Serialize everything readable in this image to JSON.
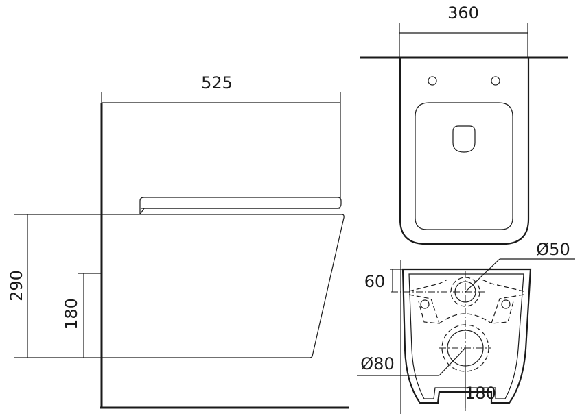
{
  "drawing": {
    "side_view": {
      "width_label": "525",
      "height_label": "290",
      "outlet_height_label": "180"
    },
    "top_view": {
      "width_label": "360"
    },
    "rear_view": {
      "inlet_offset_label": "60",
      "inlet_diameter_label": "Ø50",
      "outlet_diameter_label": "Ø80",
      "outlet_height_label": "180"
    }
  },
  "colors": {
    "line": "#1a1a1a",
    "background": "#ffffff"
  }
}
